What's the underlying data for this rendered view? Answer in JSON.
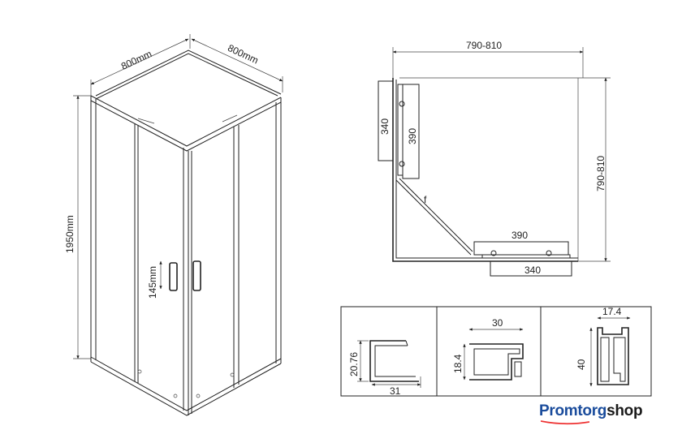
{
  "perspective_view": {
    "width_left": "800mm",
    "width_right": "800mm",
    "height": "1950mm",
    "handle_height": "145mm"
  },
  "plan_view": {
    "top_width": "790-810",
    "right_depth": "790-810",
    "left_panel_outer": "340",
    "left_panel_inner": "390",
    "bottom_panel_inner": "390",
    "bottom_panel_outer": "340",
    "corner_marker": "f"
  },
  "profile_1": {
    "height": "20.76",
    "width": "31"
  },
  "profile_2": {
    "width": "30",
    "height": "18.4"
  },
  "profile_3": {
    "width": "17.4",
    "height": "40"
  },
  "logo": {
    "part1": "Promtorg",
    "part2": "shop"
  }
}
